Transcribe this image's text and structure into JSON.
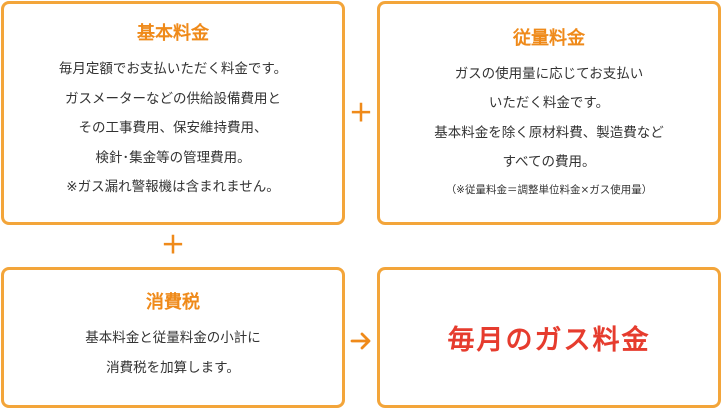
{
  "base_fee": {
    "title": "基本料金",
    "lines": [
      "毎月定額でお支払いただく料金です。",
      "ガスメーターなどの供給設備費用と",
      "その工事費用、保安維持費用、",
      "検針･集金等の管理費用。",
      "※ガス漏れ警報機は含まれません。"
    ]
  },
  "usage_fee": {
    "title": "従量料金",
    "lines": [
      "ガスの使用量に応じてお支払い",
      "いただく料金です。",
      "基本料金を除く原材料費、製造費など",
      "すべての費用。"
    ],
    "note": "（※従量料金＝調整単位料金×ガス使用量）"
  },
  "consumption_tax": {
    "title": "消費税",
    "lines": [
      "基本料金と従量料金の小計に",
      "消費税を加算します。"
    ]
  },
  "result": {
    "label": "毎月のガス料金"
  },
  "operators": {
    "plus_horizontal": "＋",
    "plus_vertical": "＋",
    "arrow": "right-arrow-icon"
  },
  "colors": {
    "border": "#f3a53a",
    "title": "#ef8a1a",
    "result_text": "#e63c2e"
  }
}
